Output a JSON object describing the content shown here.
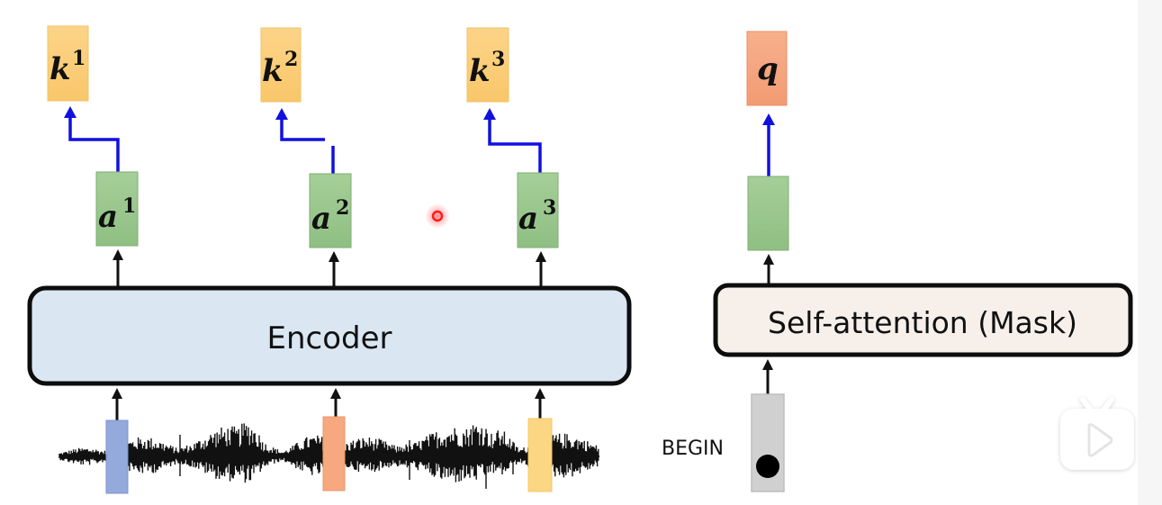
{
  "keys": [
    {
      "symbol": "k",
      "index": "1"
    },
    {
      "symbol": "k",
      "index": "2"
    },
    {
      "symbol": "k",
      "index": "3"
    }
  ],
  "encoder_outputs": [
    {
      "symbol": "a",
      "index": "1"
    },
    {
      "symbol": "a",
      "index": "2"
    },
    {
      "symbol": "a",
      "index": "3"
    }
  ],
  "query": {
    "symbol": "q"
  },
  "encoder": {
    "label": "Encoder"
  },
  "decoder": {
    "label": "Self-attention (Mask)",
    "input_label": "BEGIN"
  },
  "colors": {
    "key_fill": "#fcd27f",
    "query_fill": "#f6a884",
    "vector_fill": "#9cc98e",
    "encoder_fill": "#dbe8f4",
    "decoder_fill": "#f7f0ea",
    "arrow_blue": "#1010e0",
    "frame_blue": "#8da4d8",
    "frame_orange": "#f7a77a",
    "frame_yellow": "#fdd67e",
    "begin_fill": "#d0d0d0"
  },
  "overlay": {
    "pointer": "laser-pointer-dot",
    "watermark_icon": "tv-play-icon"
  }
}
